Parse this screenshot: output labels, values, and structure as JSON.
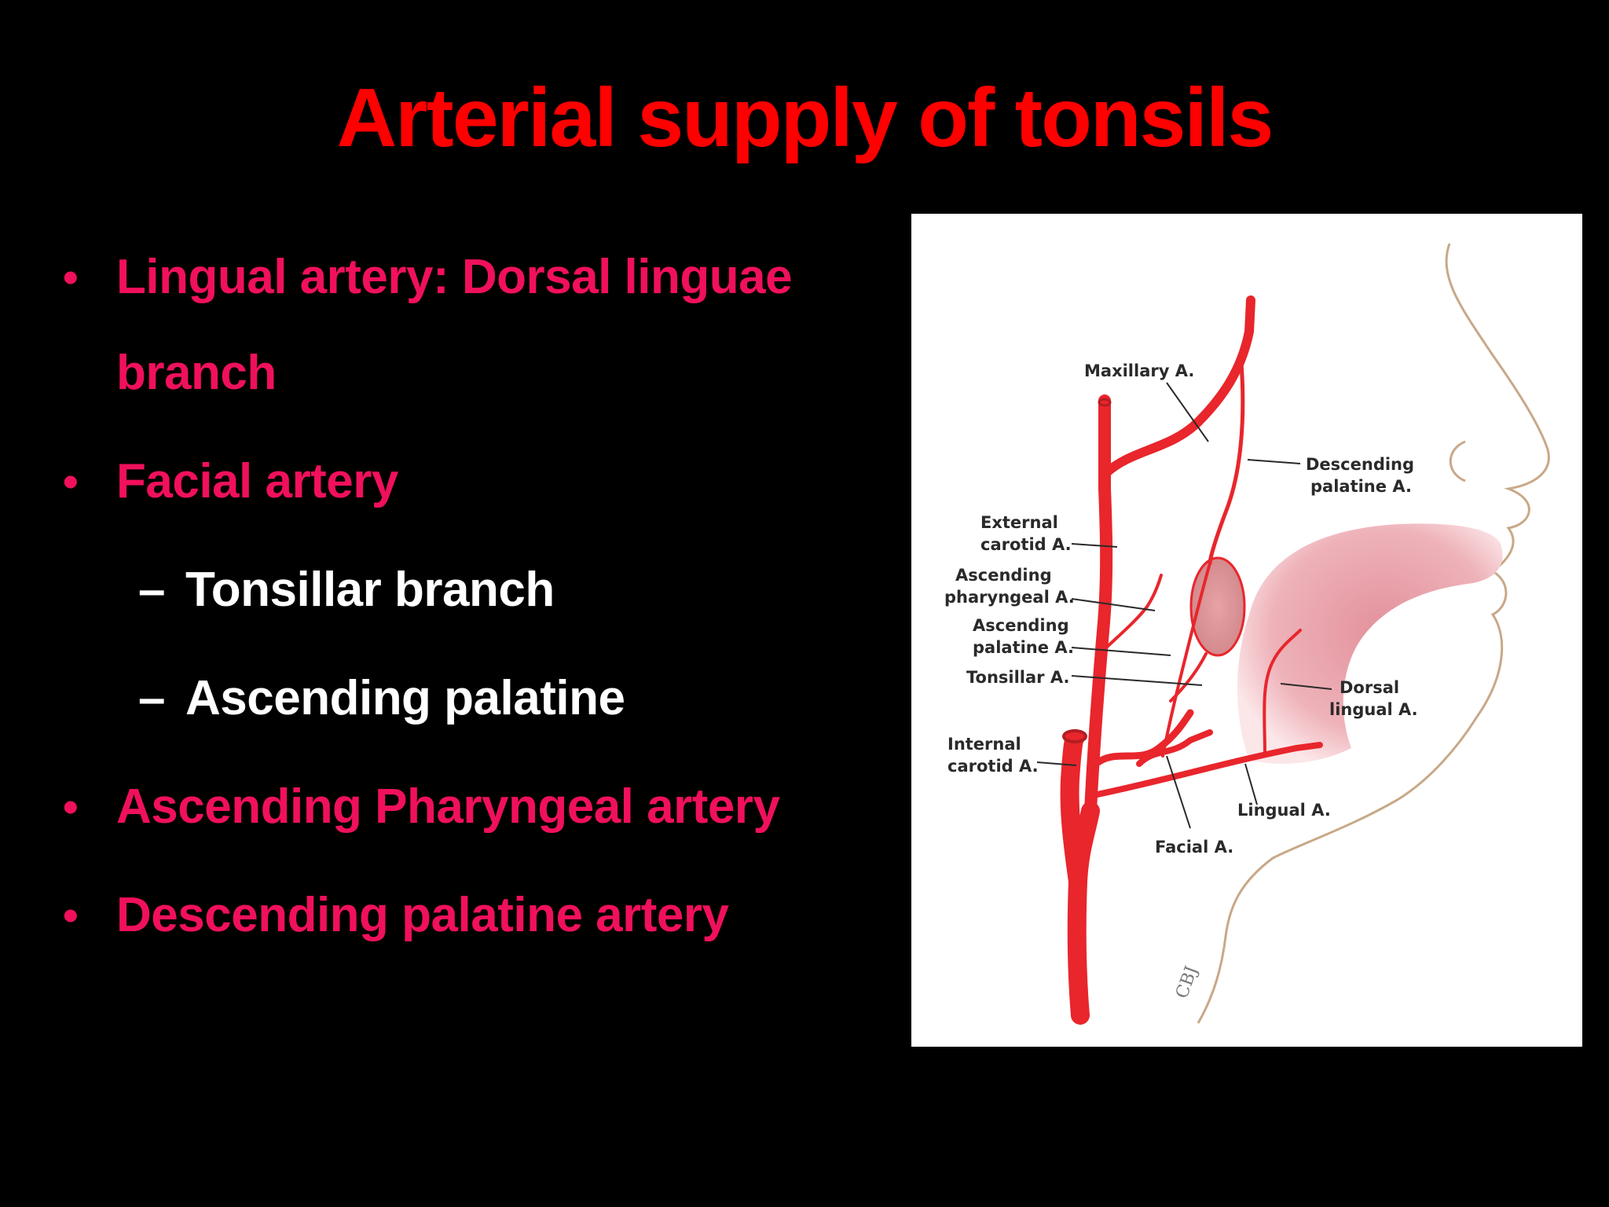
{
  "slide": {
    "title": "Arterial supply of tonsils",
    "bullets": [
      {
        "level": 1,
        "marker": "•",
        "text": "Lingual artery: Dorsal linguae",
        "cont": "branch"
      },
      {
        "level": 1,
        "marker": "•",
        "text": "Facial artery"
      },
      {
        "level": 2,
        "marker": "–",
        "text": "Tonsillar branch"
      },
      {
        "level": 2,
        "marker": "–",
        "text": "Ascending palatine"
      },
      {
        "level": 1,
        "marker": "•",
        "text": "Ascending Pharyngeal artery"
      },
      {
        "level": 1,
        "marker": "•",
        "text": "Descending palatine artery"
      }
    ]
  },
  "figure": {
    "labels": {
      "maxillary": "Maxillary A.",
      "descending_1": "Descending",
      "descending_2": "palatine A.",
      "external_1": "External",
      "external_2": "carotid A.",
      "asc_phar_1": "Ascending",
      "asc_phar_2": "pharyngeal A.",
      "asc_pal_1": "Ascending",
      "asc_pal_2": "palatine A.",
      "tonsillar": "Tonsillar A.",
      "dorsal_1": "Dorsal",
      "dorsal_2": "lingual A.",
      "internal_1": "Internal",
      "internal_2": "carotid A.",
      "lingual": "Lingual A.",
      "facial": "Facial A."
    },
    "signature": "CBJ"
  },
  "colors": {
    "title": "#ff0000",
    "level1": "#f0105c",
    "level2": "#ffffff",
    "artery": "#e8262c",
    "tongue": "#e79aa3",
    "outline": "#c8a888"
  }
}
